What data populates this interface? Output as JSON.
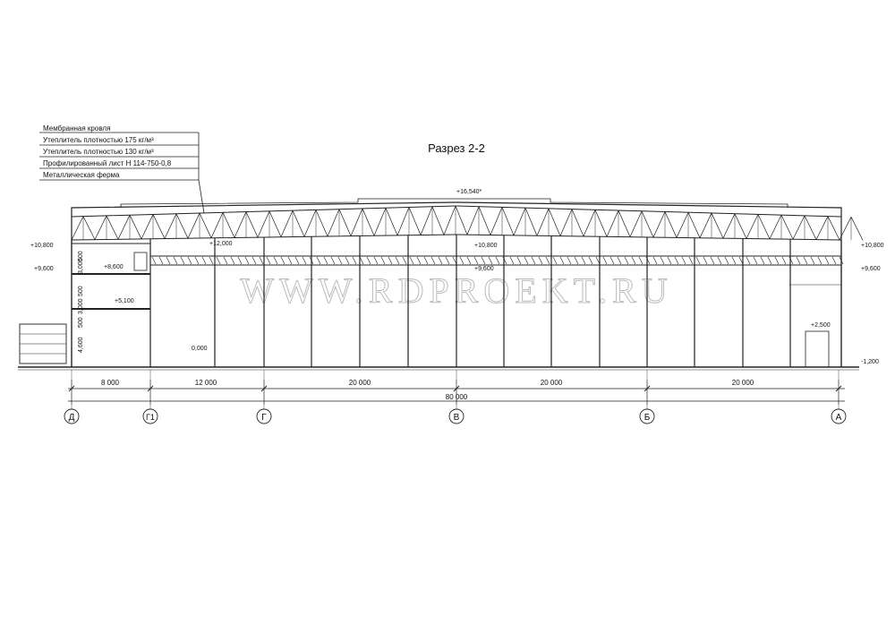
{
  "title": "Разрез 2-2",
  "watermark": "WWW.RDPROEKT.RU",
  "roof_layers": [
    "Мембранная кровля",
    "Утеплитель плотностью 175 кг/м³",
    "Утеплитель плотностью 130 кг/м³",
    "Профилированный лист    Н 114-750-0,8",
    "Металлическая ферма"
  ],
  "elevations": {
    "ridge": "+16,540*",
    "left_top": "+10,800",
    "left_crane": "+9,600",
    "right_top": "+10,800",
    "right_crane": "+9,600",
    "mid_top": "+10,800",
    "mid_crane": "+9,600",
    "mezz_top": "+12,000",
    "floor2": "+8,600",
    "floor1": "+5,100",
    "zero": "0,000",
    "pit": "+2,500",
    "ground": "-1,200"
  },
  "vertical_dims": [
    "500",
    "3,000",
    "500",
    "3,000",
    "500",
    "4,600"
  ],
  "spans": [
    "8 000",
    "12 000",
    "20 000",
    "20 000",
    "20 000"
  ],
  "total_span": "80 000",
  "axes": [
    "Д",
    "Г1",
    "Г",
    "В",
    "Б",
    "А"
  ]
}
